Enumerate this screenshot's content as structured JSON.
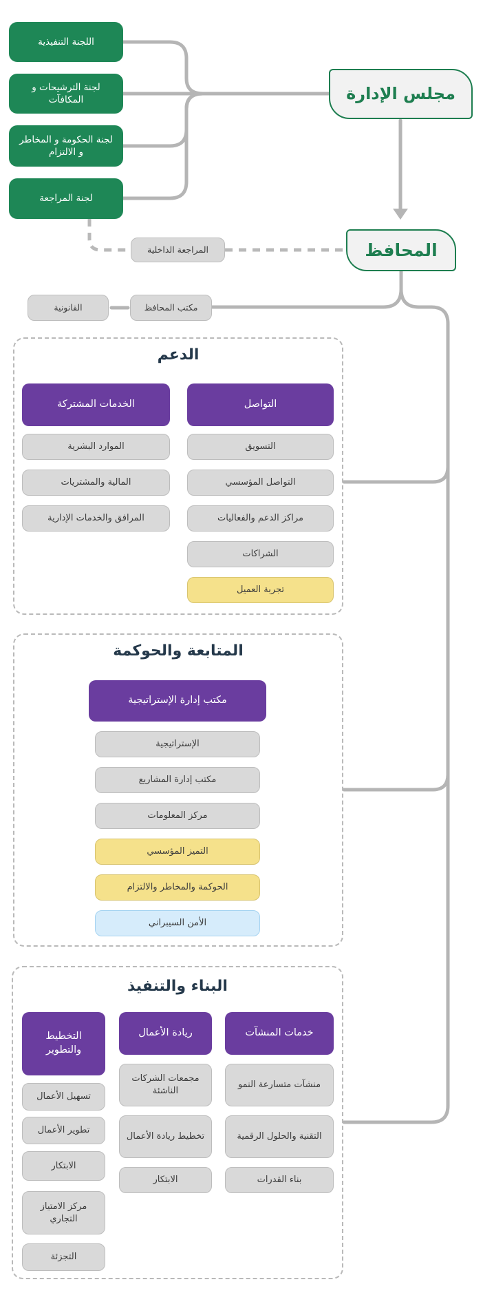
{
  "board": {
    "label": "مجلس الإدارة"
  },
  "governor": {
    "label": "المحافظ"
  },
  "committees": [
    {
      "label": "اللجنة التنفيذية"
    },
    {
      "label": "لجنة الترشيحات و المكافآت"
    },
    {
      "label": "لجنة الحكومة و المخاطر و الالتزام"
    },
    {
      "label": "لجنة المراجعة"
    }
  ],
  "internal_audit": {
    "label": "المراجعة الداخلية"
  },
  "governor_office": {
    "label": "مكتب المحافظ"
  },
  "legal": {
    "label": "القانونية"
  },
  "sections": [
    {
      "title": "الدعم",
      "columns": [
        {
          "header": "التواصل",
          "items": [
            {
              "label": "التسويق",
              "highlight": "gray"
            },
            {
              "label": "التواصل المؤسسي",
              "highlight": "gray"
            },
            {
              "label": "مراكز الدعم والفعاليات",
              "highlight": "gray"
            },
            {
              "label": "الشراكات",
              "highlight": "gray"
            },
            {
              "label": "تجربة العميل",
              "highlight": "yellow"
            }
          ]
        },
        {
          "header": "الخدمات المشتركة",
          "items": [
            {
              "label": "الموارد البشرية",
              "highlight": "gray"
            },
            {
              "label": "المالية والمشتريات",
              "highlight": "gray"
            },
            {
              "label": "المرافق والخدمات الإدارية",
              "highlight": "gray"
            }
          ]
        }
      ]
    },
    {
      "title": "المتابعة والحوكمة",
      "columns": [
        {
          "header": "مكتب إدارة الإستراتيجية",
          "items": [
            {
              "label": "الإستراتيجية",
              "highlight": "gray"
            },
            {
              "label": "مكتب إدارة المشاريع",
              "highlight": "gray"
            },
            {
              "label": "مركز المعلومات",
              "highlight": "gray"
            },
            {
              "label": "التميز المؤسسي",
              "highlight": "yellow"
            },
            {
              "label": "الحوكمة والمخاطر والالتزام",
              "highlight": "yellow"
            },
            {
              "label": "الأمن السيبراني",
              "highlight": "blue"
            }
          ]
        }
      ]
    },
    {
      "title": "البناء والتنفيذ",
      "columns": [
        {
          "header": "خدمات المنشآت",
          "items": [
            {
              "label": "منشآت متسارعة النمو",
              "highlight": "gray"
            },
            {
              "label": "التقنية والحلول الرقمية",
              "highlight": "gray"
            },
            {
              "label": "بناء القدرات",
              "highlight": "gray"
            }
          ]
        },
        {
          "header": "ريادة الأعمال",
          "items": [
            {
              "label": "مجمعات الشركات الناشئة",
              "highlight": "gray"
            },
            {
              "label": "تخطيط ريادة الأعمال",
              "highlight": "gray"
            },
            {
              "label": "الابتكار",
              "highlight": "gray"
            }
          ]
        },
        {
          "header": "التخطيط والتطوير",
          "items": [
            {
              "label": "تسهيل الأعمال",
              "highlight": "gray"
            },
            {
              "label": "تطوير الأعمال",
              "highlight": "gray"
            },
            {
              "label": "الابتكار",
              "highlight": "gray"
            },
            {
              "label": "مركز الامتياز التجاري",
              "highlight": "gray"
            },
            {
              "label": "التجزئة",
              "highlight": "gray"
            }
          ]
        }
      ]
    }
  ],
  "colors": {
    "green": "#1E8756",
    "purple": "#6A3D9F",
    "yellow": "#F5E18B",
    "light_blue": "#D6ECFB",
    "gray_box": "#D9D9D9",
    "connector": "#B5B5B5"
  }
}
